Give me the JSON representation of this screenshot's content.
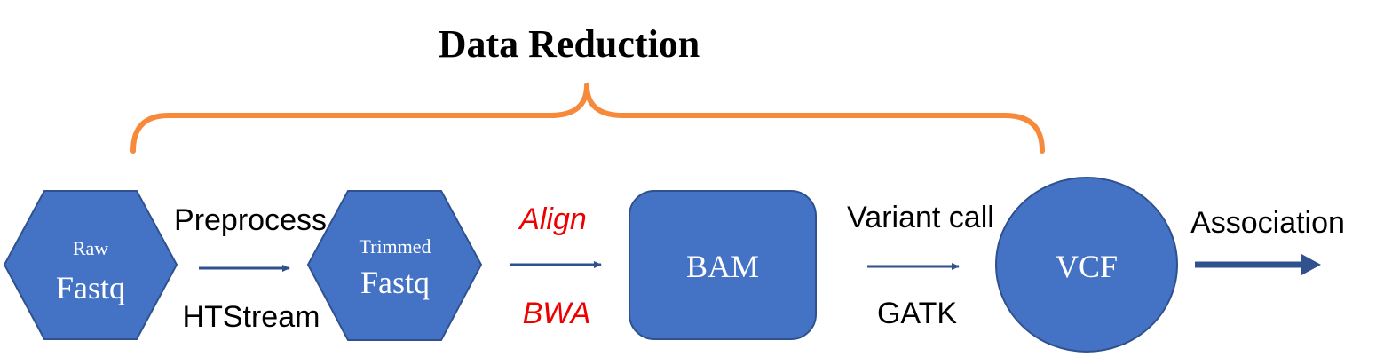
{
  "title": "Data Reduction",
  "colors": {
    "node_fill": "#4472c4",
    "node_stroke": "#2f528f",
    "bracket": "#f7893b",
    "arrow": "#2f528f",
    "tool_red": "#ee0000"
  },
  "nodes": {
    "raw": {
      "line1": "Raw",
      "line2": "Fastq",
      "shape": "hexagon"
    },
    "trimmed": {
      "line1": "Trimmed",
      "line2": "Fastq",
      "shape": "hexagon"
    },
    "bam": {
      "label": "BAM",
      "shape": "rounded-rectangle"
    },
    "vcf": {
      "label": "VCF",
      "shape": "circle"
    }
  },
  "steps": {
    "preprocess": {
      "label": "Preprocess",
      "tool": "HTStream"
    },
    "align": {
      "label": "Align",
      "tool": "BWA"
    },
    "variant": {
      "label": "Variant call",
      "tool": "GATK"
    },
    "association": {
      "label": "Association"
    }
  }
}
